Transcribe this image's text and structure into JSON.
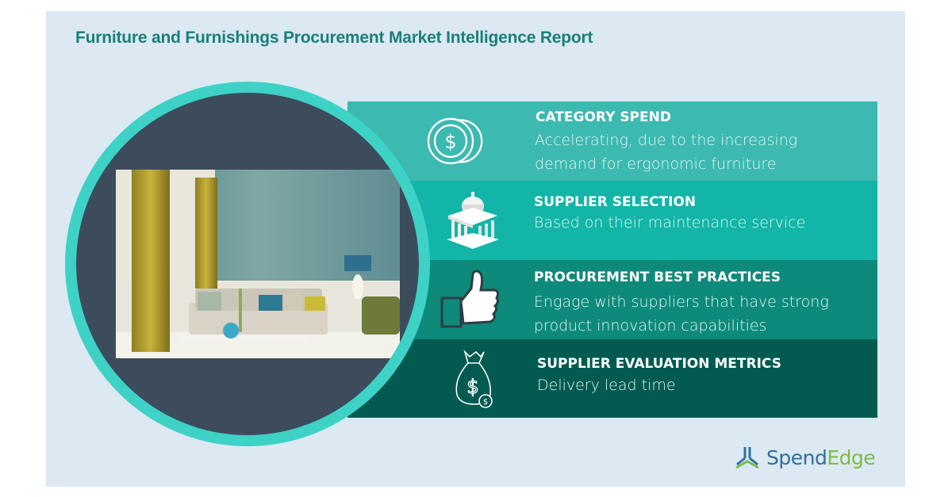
{
  "title": "Furniture and Furnishings Procurement Market Intelligence Report",
  "colors": {
    "background": "#dce9f2",
    "title": "#1a7f7a",
    "ring": "#3ed2c6",
    "circle_fill": "#3c4c5c",
    "band_1": "#3cb9b0",
    "band_2": "#12b5a8",
    "band_3": "#0e8a7b",
    "band_4": "#035a50",
    "logo_blue": "#2f6f9f",
    "logo_green": "#7dbb4a"
  },
  "image": {
    "description": "Living room interior with yellow curtains, teal patterned wallpaper, sofa with cushions, lamp and armchair"
  },
  "sections": [
    {
      "icon": "coins-dollar-icon",
      "heading": "CATEGORY SPEND",
      "desc_line1": "Accelerating, due to the increasing",
      "desc_line2": "demand for ergonomic furniture"
    },
    {
      "icon": "bank-building-icon",
      "heading": "SUPPLIER SELECTION",
      "desc_line1": "Based on their maintenance service"
    },
    {
      "icon": "thumbs-up-icon",
      "heading": "PROCUREMENT BEST PRACTICES",
      "desc_line1": "Engage with suppliers that have strong",
      "desc_line2": "product innovation capabilities"
    },
    {
      "icon": "money-bag-icon",
      "heading": "SUPPLIER EVALUATION METRICS",
      "desc_line1": "Delivery lead time"
    }
  ],
  "logo": {
    "part1": "Spend",
    "part2": "Edge"
  }
}
